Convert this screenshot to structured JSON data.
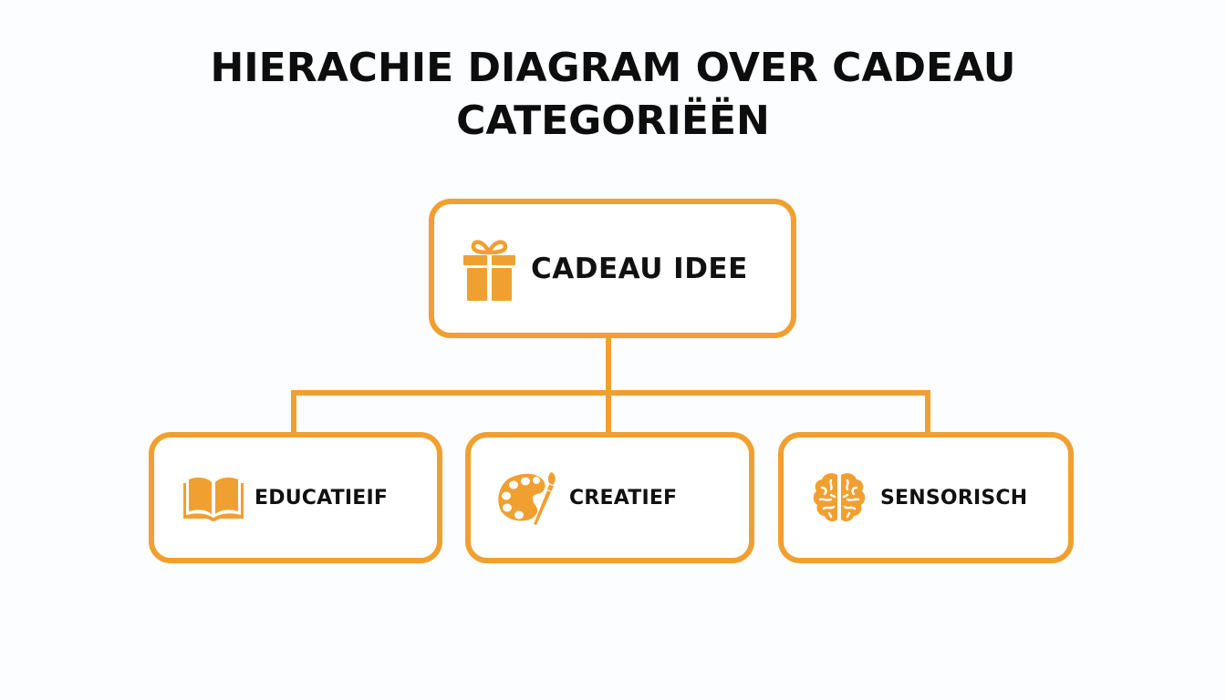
{
  "title": {
    "line1": "HIERACHIE DIAGRAM OVER CADEAU",
    "line2": "CATEGORIËËN"
  },
  "colors": {
    "accent": "#f0a030",
    "text": "#111111",
    "background": "#fbfdfe"
  },
  "root": {
    "label": "CADEAU IDEE",
    "icon": "gift-icon"
  },
  "children": [
    {
      "label": "EDUCATIEIF",
      "icon": "open-book-icon"
    },
    {
      "label": "CREATIEF",
      "icon": "paint-palette-icon"
    },
    {
      "label": "SENSORISCH",
      "icon": "brain-icon"
    }
  ]
}
